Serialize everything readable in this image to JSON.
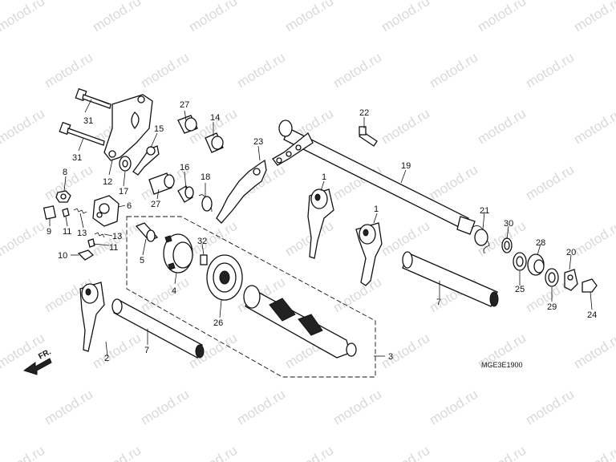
{
  "watermark": "motod.ru",
  "diagram_code": "MGE3E1900",
  "front_label": "FR.",
  "callouts": [
    "31",
    "31",
    "27",
    "14",
    "15",
    "12",
    "17",
    "16",
    "18",
    "22",
    "23",
    "19",
    "1",
    "1",
    "8",
    "6",
    "9",
    "11",
    "13",
    "13",
    "11",
    "10",
    "5",
    "32",
    "4",
    "26",
    "21",
    "30",
    "28",
    "20",
    "25",
    "7",
    "7",
    "29",
    "24",
    "2",
    "3",
    "27"
  ]
}
